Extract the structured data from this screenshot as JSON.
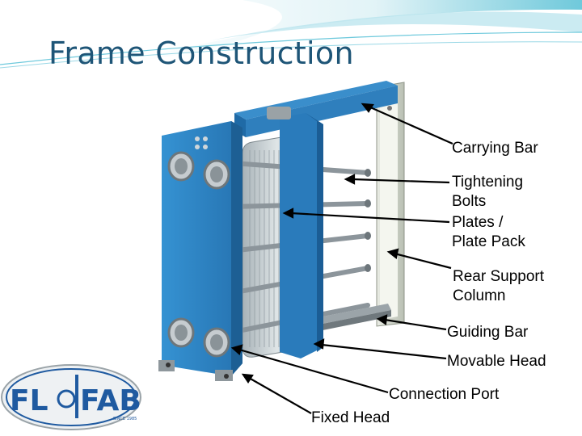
{
  "slide": {
    "title": "Frame Construction"
  },
  "labels": {
    "carrying_bar": "Carrying Bar",
    "tightening_bolts": [
      "Tightening",
      "Bolts"
    ],
    "plates": [
      "Plates /",
      "Plate Pack"
    ],
    "rear_support": [
      "Rear Support",
      "Column"
    ],
    "guiding_bar": "Guiding Bar",
    "movable_head": "Movable Head",
    "connection_port": "Connection Port",
    "fixed_head": "Fixed Head"
  },
  "logo": {
    "left": "FL",
    "right": "FAB",
    "tagline": "SINCE 1985"
  },
  "colors": {
    "title": "#1e5577",
    "frame_blue": "#2f86c6",
    "frame_dark": "#1d5f94",
    "plate_grey": "#b9c2c6",
    "bar_steel": "#8c959b",
    "logo_blue": "#1f5aa0"
  }
}
